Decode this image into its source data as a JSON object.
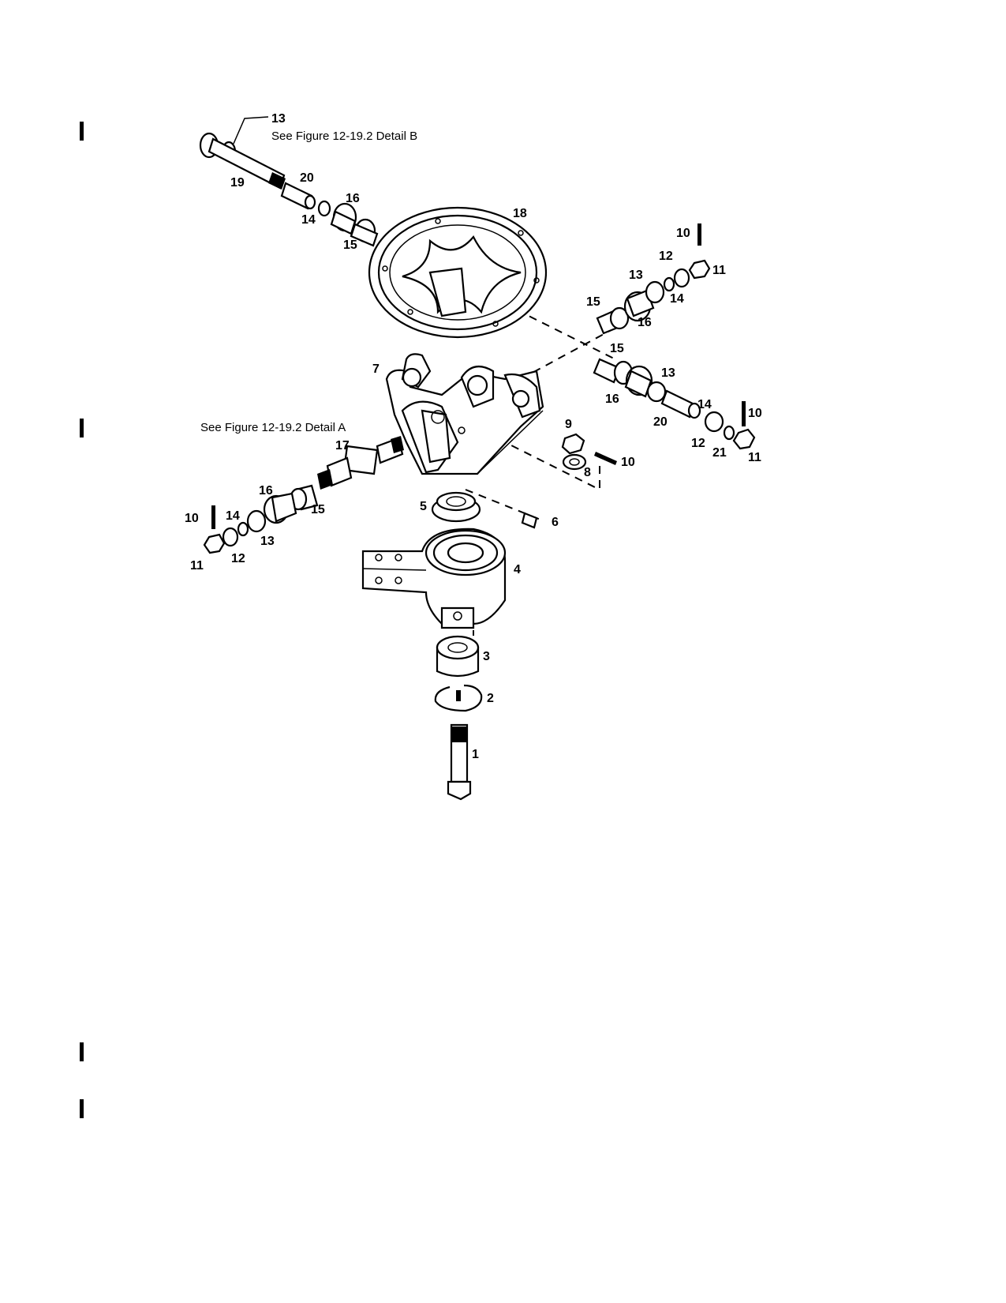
{
  "change_bars": [
    {
      "name": "change-bar-1"
    },
    {
      "name": "change-bar-2"
    },
    {
      "name": "change-bar-3"
    },
    {
      "name": "change-bar-4"
    }
  ],
  "references": {
    "detail_b": "See Figure 12-19.2 Detail B",
    "detail_a": "See Figure 12-19.2 Detail A"
  },
  "callouts": {
    "c1": "1",
    "c2": "2",
    "c3": "3",
    "c4": "4",
    "c5": "5",
    "c6": "6",
    "c7": "7",
    "c8": "8",
    "c9": "9",
    "c10_ur": "10",
    "c10_mr": "10",
    "c10_cr": "10",
    "c10_l": "10",
    "c11_ur": "11",
    "c11_lr": "11",
    "c11_l": "11",
    "c12_ur": "12",
    "c12_lr": "12",
    "c12_l": "12",
    "c13_top": "13",
    "c13_ur": "13",
    "c13_lr": "13",
    "c13_l": "13",
    "c14_top": "14",
    "c14_ur": "14",
    "c14_lr": "14",
    "c14_l": "14",
    "c15_top": "15",
    "c15_ur": "15",
    "c15_lr": "15",
    "c15_l": "15",
    "c16_top": "16",
    "c16_ur": "16",
    "c16_lr": "16",
    "c16_l": "16",
    "c17": "17",
    "c18": "18",
    "c19": "19",
    "c20_top": "20",
    "c20_lr": "20",
    "c21": "21"
  }
}
